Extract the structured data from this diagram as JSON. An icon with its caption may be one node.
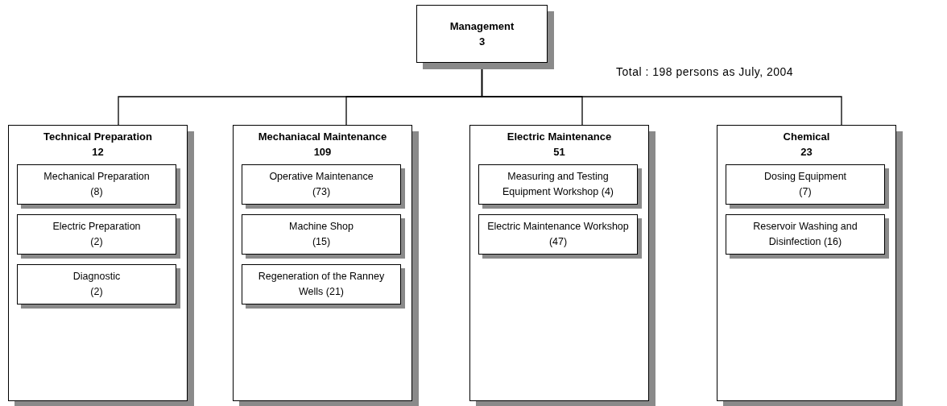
{
  "diagram": {
    "nodes": [
      {
        "text": [
          "Management",
          "3"
        ]
      },
      {
        "text": [
          "Technical Preparation",
          "12"
        ]
      },
      {
        "text": [
          "Mechanical Preparation",
          "(8)"
        ],
        "in": 1
      },
      {
        "text": [
          "Electric Preparation",
          "(2)"
        ],
        "in": 1
      },
      {
        "text": [
          "Diagnostic",
          "(2)"
        ],
        "in": 1
      },
      {
        "text": [
          "Mechaniacal Maintenance",
          "109"
        ]
      },
      {
        "text": [
          "Operative Maintenance",
          "(73)"
        ],
        "in": 5
      },
      {
        "text": [
          "Machine Shop",
          "(15)"
        ],
        "in": 5
      },
      {
        "text": [
          "Regeneration of the Ranney Wells (21)"
        ],
        "in": 5
      },
      {
        "text": [
          "Electric Maintenance",
          "51"
        ]
      },
      {
        "text": [
          "Measuring and Testing Equipment Workshop (4)"
        ],
        "in": 9
      },
      {
        "text": [
          "Electric Maintenance Workshop",
          "(47)"
        ],
        "in": 9
      },
      {
        "text": [
          "Chemical",
          "23"
        ]
      },
      {
        "text": [
          "Dosing Equipment",
          "(7)"
        ],
        "in": 12
      },
      {
        "text": [
          "Reservoir Washing and Disinfection (16)"
        ],
        "in": 12
      }
    ],
    "edges": [
      {
        "from": 0,
        "to": 1,
        "arrow": "none"
      },
      {
        "from": 0,
        "to": 5,
        "arrow": "none"
      },
      {
        "from": 0,
        "to": 9,
        "arrow": "none"
      },
      {
        "from": 0,
        "to": 12,
        "arrow": "none"
      }
    ],
    "labels": [
      "Total : 198 persons as July, 2004"
    ]
  }
}
